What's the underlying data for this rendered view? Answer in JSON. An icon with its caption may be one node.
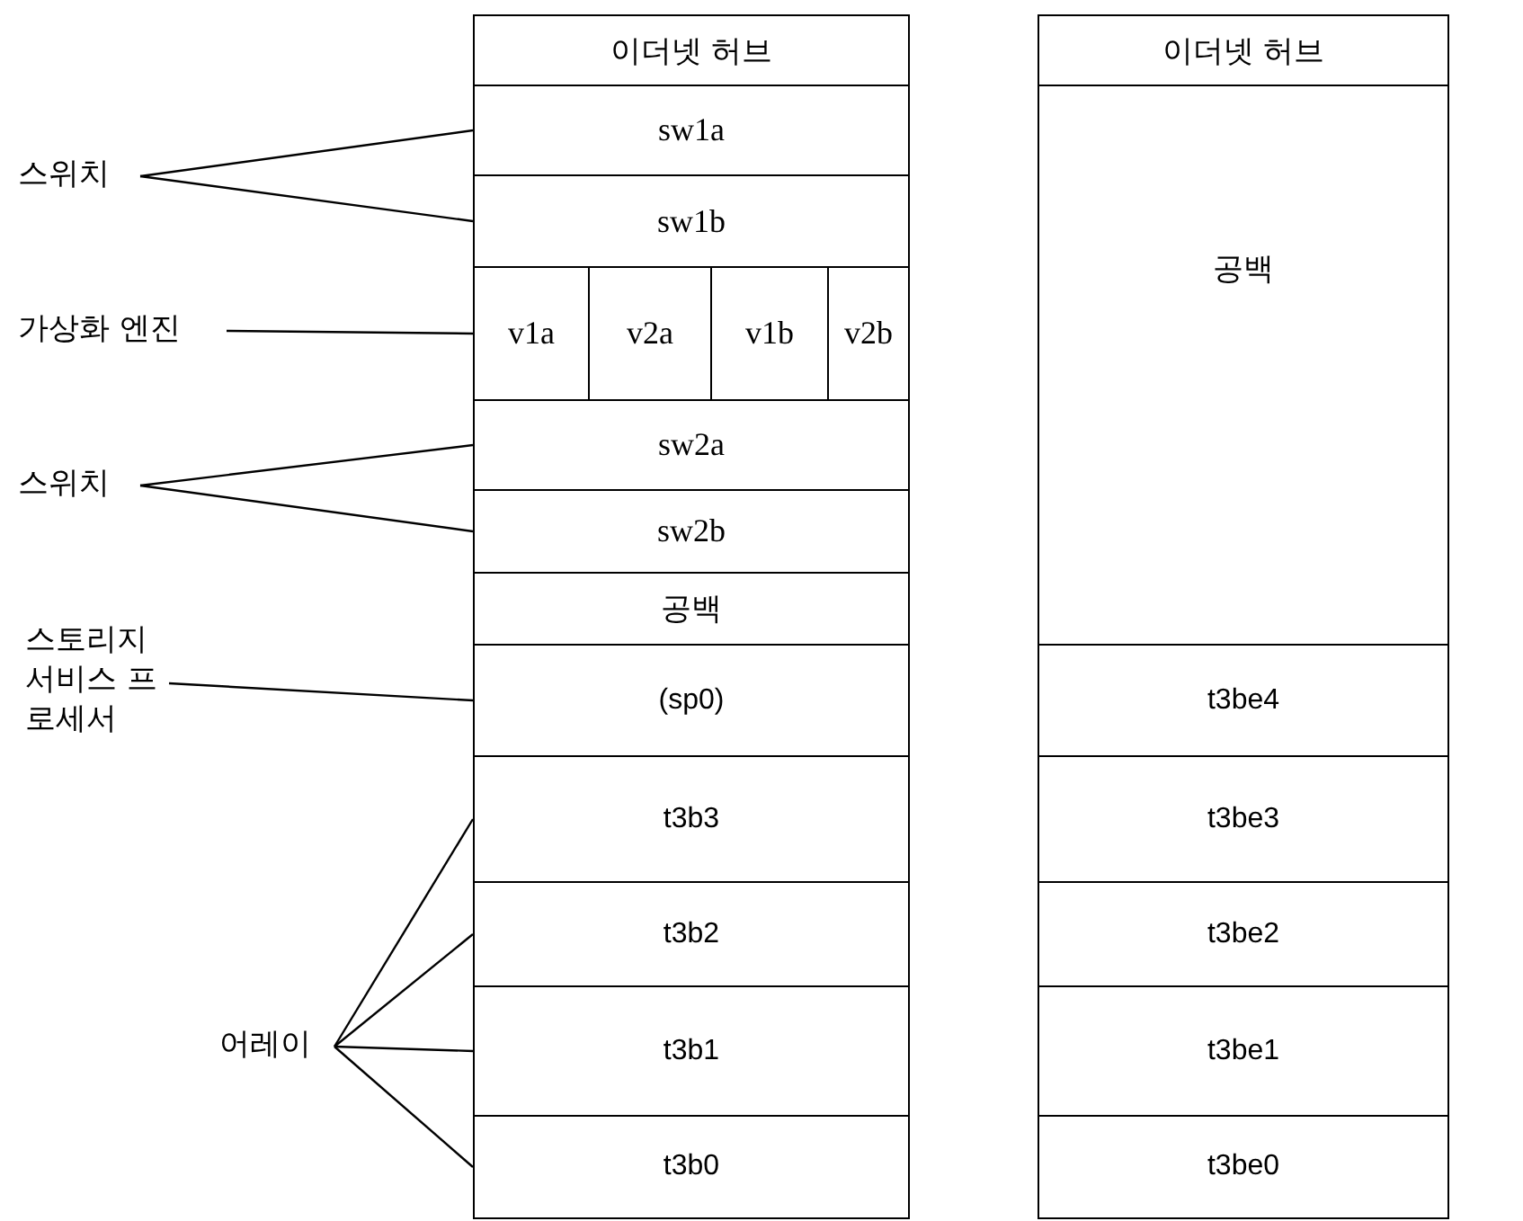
{
  "diagram": {
    "nodes": [
      {
        "text": [
          "이더넷 허브"
        ]
      },
      {
        "text": [
          "sw1a"
        ]
      },
      {
        "text": [
          "sw1b"
        ]
      },
      {
        "text": [
          "v1a"
        ]
      },
      {
        "text": [
          "v2a"
        ]
      },
      {
        "text": [
          "v1b"
        ]
      },
      {
        "text": [
          "v2b"
        ]
      },
      {
        "text": [
          "sw2a"
        ]
      },
      {
        "text": [
          "sw2b"
        ]
      },
      {
        "text": [
          "공백"
        ]
      },
      {
        "text": [
          "(sp0)"
        ]
      },
      {
        "text": [
          "t3b3"
        ]
      },
      {
        "text": [
          "t3b2"
        ]
      },
      {
        "text": [
          "t3b1"
        ]
      },
      {
        "text": [
          "t3b0"
        ]
      },
      {
        "text": [
          "이더넷 허브"
        ]
      },
      {
        "text": [
          "공백"
        ]
      },
      {
        "text": [
          "t3be4"
        ]
      },
      {
        "text": [
          "t3be3"
        ]
      },
      {
        "text": [
          "t3be2"
        ]
      },
      {
        "text": [
          "t3be1"
        ]
      },
      {
        "text": [
          "t3be0"
        ]
      },
      {
        "text": [
          "스위치"
        ]
      },
      {
        "text": [
          "가상화 엔진"
        ]
      },
      {
        "text": [
          "스위치"
        ]
      },
      {
        "text": [
          "스토리지 서비스 프로세서"
        ]
      },
      {
        "text": [
          "어레이"
        ]
      }
    ],
    "edges": [
      {
        "from": 22,
        "to": 1,
        "arrow": "none"
      },
      {
        "from": 22,
        "to": 2,
        "arrow": "none"
      },
      {
        "from": 23,
        "to": 3,
        "arrow": "none"
      },
      {
        "from": 24,
        "to": 7,
        "arrow": "none"
      },
      {
        "from": 24,
        "to": 8,
        "arrow": "none"
      },
      {
        "from": 25,
        "to": 10,
        "arrow": "none"
      },
      {
        "from": 26,
        "to": 11,
        "arrow": "none"
      },
      {
        "from": 26,
        "to": 12,
        "arrow": "none"
      },
      {
        "from": 26,
        "to": 13,
        "arrow": "none"
      },
      {
        "from": 26,
        "to": 14,
        "arrow": "none"
      }
    ]
  }
}
